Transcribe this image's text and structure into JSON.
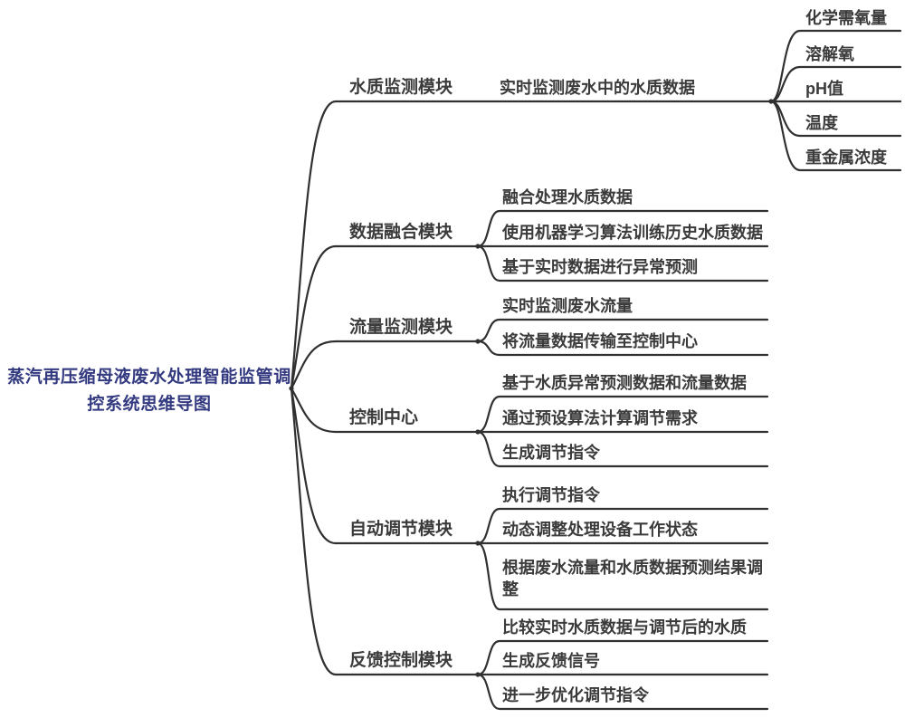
{
  "colors": {
    "background": "#FFFFFF",
    "line": "#303030",
    "root_text": "#333A80",
    "topic_text": "#3B3B3B"
  },
  "tree": {
    "label": "蒸汽再压缩母液废水处理智能监管调控系统思维导图",
    "children": [
      {
        "label": "水质监测模块",
        "children": [
          {
            "label": "实时监测废水中的水质数据",
            "children": [
              {
                "label": "化学需氧量"
              },
              {
                "label": "溶解氧"
              },
              {
                "label": "pH值"
              },
              {
                "label": "温度"
              },
              {
                "label": "重金属浓度"
              }
            ]
          }
        ]
      },
      {
        "label": "数据融合模块",
        "children": [
          {
            "label": "融合处理水质数据"
          },
          {
            "label": "使用机器学习算法训练历史水质数据"
          },
          {
            "label": "基于实时数据进行异常预测"
          }
        ]
      },
      {
        "label": "流量监测模块",
        "children": [
          {
            "label": "实时监测废水流量"
          },
          {
            "label": "将流量数据传输至控制中心"
          }
        ]
      },
      {
        "label": "控制中心",
        "children": [
          {
            "label": "基于水质异常预测数据和流量数据"
          },
          {
            "label": "通过预设算法计算调节需求"
          },
          {
            "label": "生成调节指令"
          }
        ]
      },
      {
        "label": "自动调节模块",
        "children": [
          {
            "label": "执行调节指令"
          },
          {
            "label": "动态调整处理设备工作状态"
          },
          {
            "label": "根据废水流量和水质数据预测结果调整"
          }
        ]
      },
      {
        "label": "反馈控制模块",
        "children": [
          {
            "label": "比较实时水质数据与调节后的水质"
          },
          {
            "label": "生成反馈信号"
          },
          {
            "label": "进一步优化调节指令"
          }
        ]
      }
    ]
  }
}
